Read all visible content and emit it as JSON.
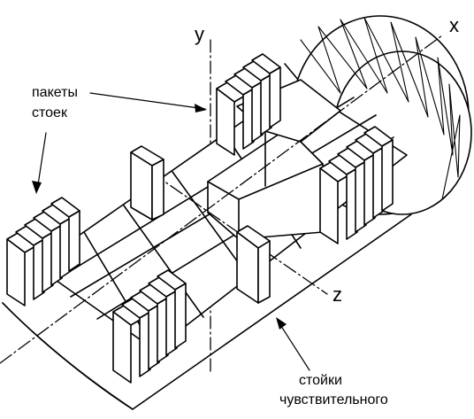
{
  "labels": {
    "axis_x": "x",
    "axis_y": "y",
    "axis_z": "z",
    "stack_line1": "пакеты",
    "stack_line2": "стоек",
    "sensor_line1": "стойки",
    "sensor_line2": "чувствительного"
  },
  "colors": {
    "line": "#000000",
    "paper": "#ffffff"
  }
}
